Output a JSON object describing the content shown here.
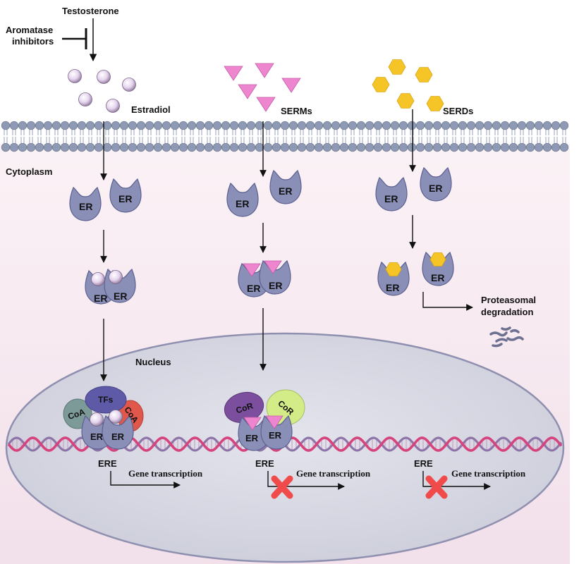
{
  "labels": {
    "testosterone": "Testosterone",
    "aromatase_line1": "Aromatase",
    "aromatase_line2": "inhibitors",
    "estradiol": "Estradiol",
    "serms": "SERMs",
    "serds": "SERDs",
    "cytoplasm": "Cytoplasm",
    "nucleus": "Nucleus",
    "proteasomal_line1": "Proteasomal",
    "proteasomal_line2": "degradation",
    "er": "ER",
    "er_partial": "ER",
    "tfs": "TFs",
    "coa": "CoA",
    "cor": "CoR",
    "ere": "ERE",
    "gene_transcription": "Gene transcription"
  },
  "colors": {
    "receptor": "#8a8fb8",
    "estradiol": "#e6d6ef",
    "serm": "#ee86cf",
    "serd": "#f5c427",
    "coa_teal": "#7c9a98",
    "coa_red": "#e0584c",
    "tfs_purple": "#5f5aa8",
    "cor_purple": "#7b4f9d",
    "cor_green": "#d4ec88",
    "dna_pink": "#d6447e",
    "dna_purple": "#8e74a8",
    "block_red": "#f04a4a",
    "cytoplasm_bg": "#f4e7ef",
    "nucleus_bg": "#d9dae4"
  }
}
